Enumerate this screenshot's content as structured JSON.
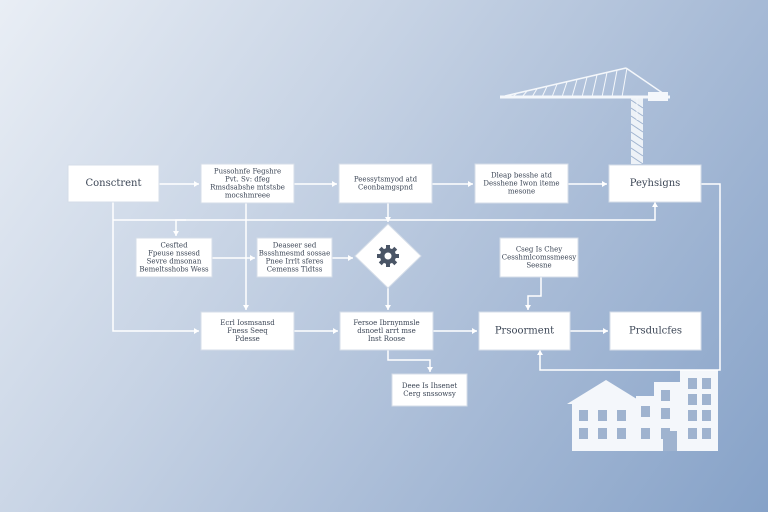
{
  "diagram": {
    "nodes": [
      {
        "id": "n1",
        "lines": [
          "Consctrent"
        ]
      },
      {
        "id": "n2",
        "lines": [
          "Pussohnfe Fegshre",
          "Pvt. Sv: dfeg",
          "Rmsdsabshe mtstsbe",
          "mocshmreee"
        ]
      },
      {
        "id": "n3",
        "lines": [
          "Peessytsmyod atd",
          "Ceonbamgspnd"
        ]
      },
      {
        "id": "n4",
        "lines": [
          "Dleap besshe atd",
          "Desshene Iwon iteme",
          "mesone"
        ]
      },
      {
        "id": "n5",
        "lines": [
          "Peyhsigns"
        ]
      },
      {
        "id": "n6",
        "lines": [
          "Cesfted",
          "Fpeuse nssesd",
          "Sevre dmsonan",
          "Bemeltsshobs Wess"
        ]
      },
      {
        "id": "n7",
        "lines": [
          "Deaseer sed",
          "Bssshmesmd sossae",
          "Pnee Irrlt sferes",
          "Cemenss Tidtss"
        ]
      },
      {
        "id": "n8",
        "lines": [
          "Cseg Is Chey",
          "Cesshmlcomssmeesy",
          "Seesne"
        ]
      },
      {
        "id": "n9",
        "lines": [
          "Ecrl Iosmsansd",
          "Fness Seeq",
          "Pdesse"
        ]
      },
      {
        "id": "n10",
        "lines": [
          "Fersoe Ibrnynmsle",
          "dsnoetl arrt mse",
          "Inst Roose"
        ]
      },
      {
        "id": "n11",
        "lines": [
          "Prsoorment"
        ]
      },
      {
        "id": "n12",
        "lines": [
          "Prsdulcfes"
        ]
      },
      {
        "id": "n13",
        "lines": [
          "Deee Is Ihsenet",
          "Cerg snssowsy"
        ]
      }
    ],
    "decision_icon": "gear-icon",
    "illustrations": [
      "tower-crane",
      "building"
    ],
    "colors": {
      "background_start": "#e9eef5",
      "background_end": "#86a2c8",
      "node_fill": "#ffffff",
      "connector": "#ffffff",
      "text": "#3c4656"
    }
  }
}
